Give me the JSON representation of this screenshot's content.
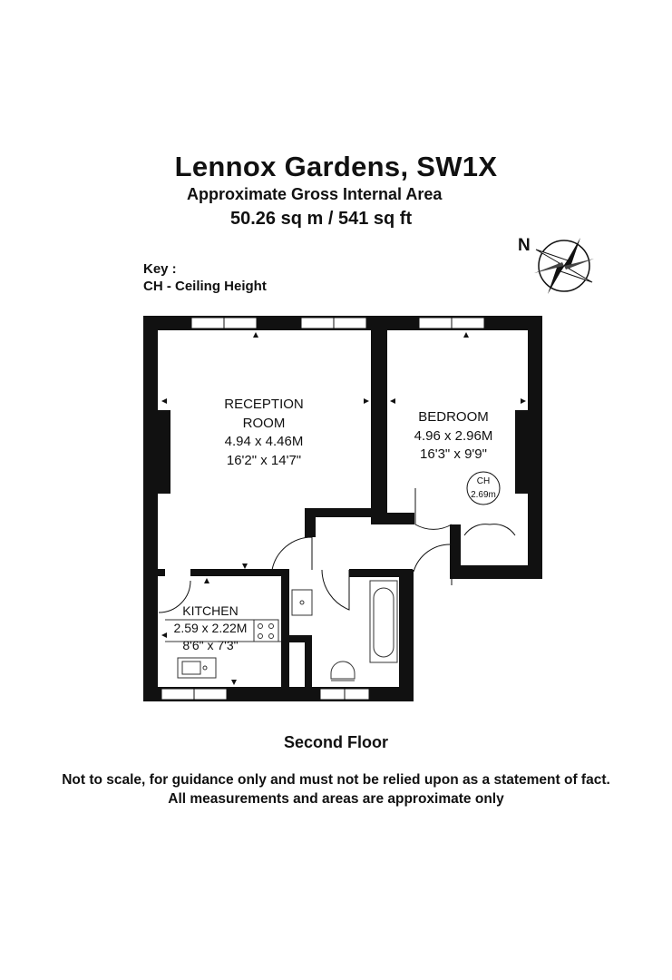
{
  "header": {
    "title": "Lennox Gardens, SW1X",
    "subtitle": "Approximate Gross Internal Area",
    "area": "50.26 sq m /  541 sq ft"
  },
  "key": {
    "title": "Key :",
    "items": [
      "CH - Ceiling Height"
    ]
  },
  "compass": {
    "label": "N"
  },
  "rooms": {
    "reception": {
      "name_line1": "RECEPTION",
      "name_line2": "ROOM",
      "metric": "4.94 x 4.46M",
      "imperial": "16'2\" x 14'7\""
    },
    "bedroom": {
      "name": "BEDROOM",
      "metric": "4.96 x 2.96M",
      "imperial": "16'3\" x 9'9\""
    },
    "kitchen": {
      "name": "KITCHEN",
      "metric": "2.59 x 2.22M",
      "imperial": "8'6\" x 7'3\""
    }
  },
  "ceiling_marker": {
    "label": "CH",
    "value": "2.69m"
  },
  "floor_name": "Second Floor",
  "disclaimer": {
    "line1": "Not to scale, for guidance only and must not be relied upon as a statement of fact.",
    "line2": "All measurements and areas are approximate only"
  },
  "colors": {
    "wall": "#111111",
    "background": "#ffffff",
    "fixture": "#444444"
  }
}
